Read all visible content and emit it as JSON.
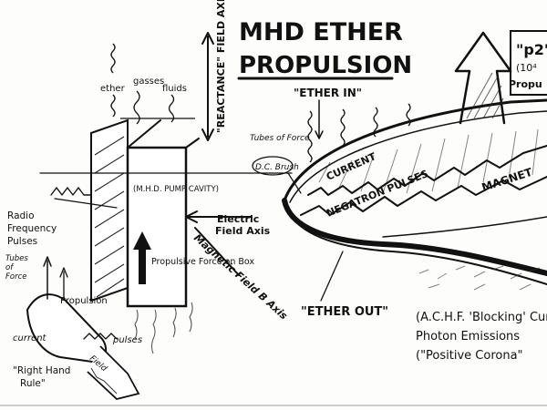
{
  "title": {
    "line1": "MHD ETHER",
    "line2": "PROPULSION"
  },
  "labels": {
    "ether": "ether",
    "gasses": "gasses",
    "fluids": "fluids",
    "reactance_axis": "\"REACTANCE\" FIELD AXIS",
    "tubes_of_force_top": "Tubes of Force",
    "dc_brush": "D.C. Brush",
    "ether_in": "\"ETHER IN\"",
    "mhd_pump": "(M.H.D. PUMP CAVITY)",
    "radio_freq": "Radio Frequency Pulses",
    "electric_field": "Electric Field Axis",
    "magnetic_field": "Magnetic Field B Axis",
    "propulsive_force": "Propulsive Force on Box",
    "tubes_of_force_left": "Tubes of Force",
    "propulsion": "Propulsion",
    "current_hand": "current",
    "pulses": "pulses",
    "field": "Field",
    "right_hand_rule": "\"Right Hand Rule\"",
    "ether_out": "\"ETHER OUT\"",
    "current_disc": "CURRENT",
    "negatron": "NEGATRON PULSES",
    "magnet": "MAGNET",
    "achf": "(A.C.H.F. 'Blocking' Curre",
    "photon": "Photon Emissions",
    "positive_corona": "(\"Positive Corona\"",
    "p2": "\"p2\"",
    "p2_sub": "(10⁴",
    "p2_propu": "Propu"
  }
}
